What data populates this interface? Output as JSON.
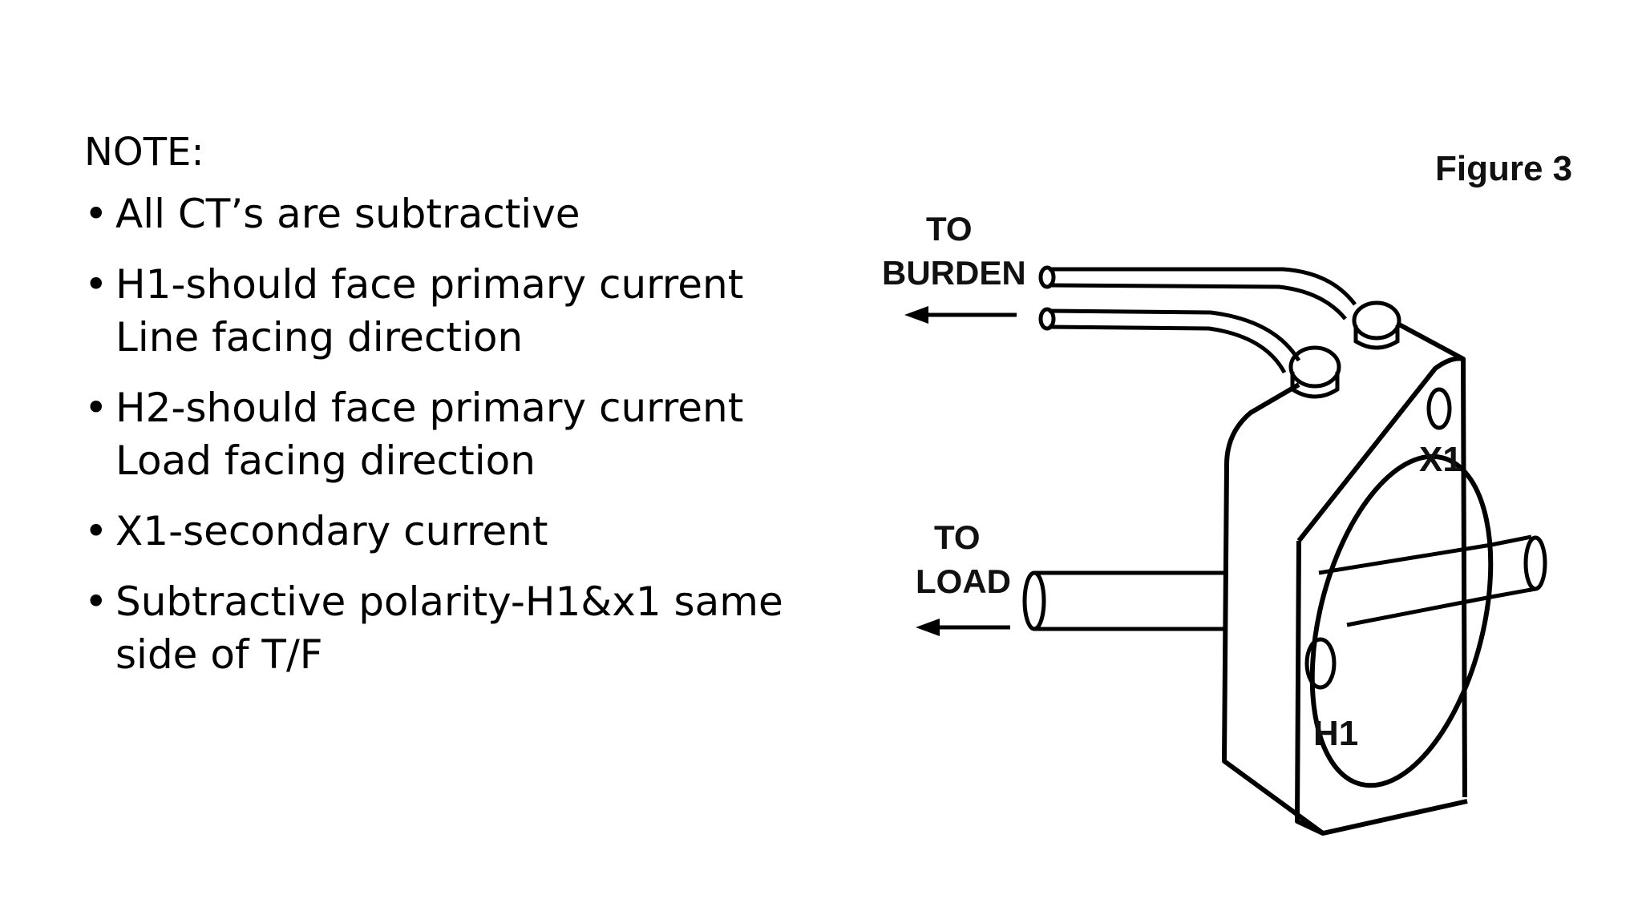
{
  "note": {
    "heading": "NOTE:",
    "bullets": [
      {
        "lines": [
          "All CT’s are subtractive"
        ]
      },
      {
        "lines": [
          "H1-should face primary current",
          "Line facing direction"
        ]
      },
      {
        "lines": [
          "H2-should face primary current",
          "Load facing direction"
        ]
      },
      {
        "lines": [
          "X1-secondary current"
        ]
      },
      {
        "lines": [
          "Subtractive polarity-H1&x1 same",
          "side of T/F"
        ]
      }
    ]
  },
  "figure": {
    "caption": "Figure 3",
    "to_burden_line1": "TO",
    "to_burden_line2": "BURDEN",
    "to_load_line1": "TO",
    "to_load_line2": "LOAD",
    "label_x1": "X1",
    "label_h1": "H1"
  }
}
